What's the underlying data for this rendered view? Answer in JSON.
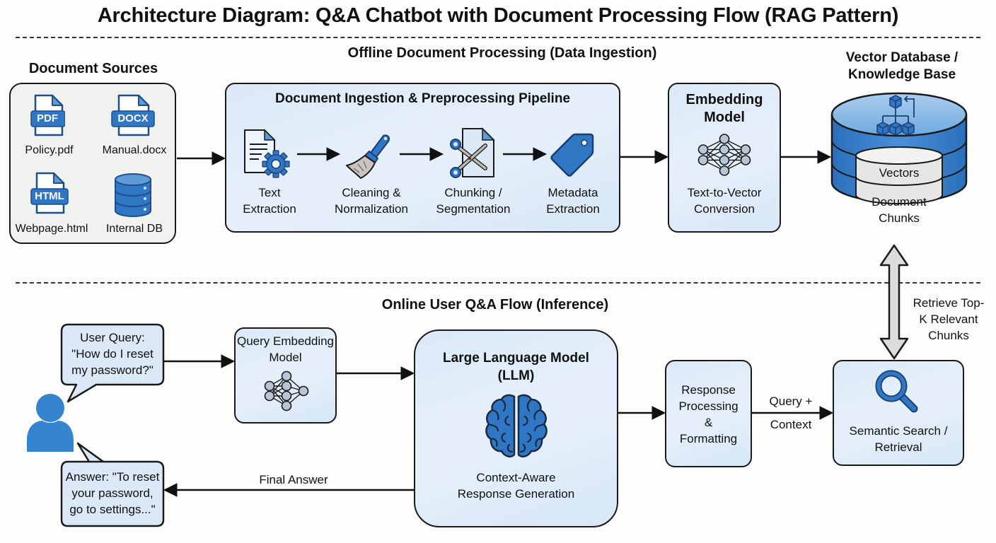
{
  "title": "Architecture Diagram: Q&A Chatbot with Document Processing Flow (RAG Pattern)",
  "colors": {
    "accent_blue": "#2f7bc8",
    "dark_blue": "#1f5fa8",
    "box_fill": "#deebf8",
    "border": "#1a1a1a",
    "neutral_grey": "#ebebeb"
  },
  "offline": {
    "section_title": "Offline Document Processing (Data Ingestion)",
    "sources": {
      "title": "Document Sources",
      "items": [
        {
          "badge": "PDF",
          "caption": "Policy.pdf",
          "icon": "pdf-file-icon"
        },
        {
          "badge": "DOCX",
          "caption": "Manual.docx",
          "icon": "docx-file-icon"
        },
        {
          "badge": "HTML",
          "caption": "Webpage.html",
          "icon": "html-file-icon"
        },
        {
          "badge": "",
          "caption": "Internal DB",
          "icon": "database-icon"
        }
      ]
    },
    "pipeline": {
      "title": "Document Ingestion & Preprocessing Pipeline",
      "steps": [
        {
          "line1": "Text",
          "line2": "Extraction",
          "icon": "document-gear-icon"
        },
        {
          "line1": "Cleaning &",
          "line2": "Normalization",
          "icon": "brush-icon"
        },
        {
          "line1": "Chunking /",
          "line2": "Segmentation",
          "icon": "scissors-document-icon"
        },
        {
          "line1": "Metadata",
          "line2": "Extraction",
          "icon": "tag-icon"
        }
      ]
    },
    "embedding": {
      "title_line1": "Embedding",
      "title_line2": "Model",
      "desc_line1": "Text-to-Vector",
      "desc_line2": "Conversion"
    },
    "vector_db": {
      "title_line1": "Vector Database /",
      "title_line2": "Knowledge Base",
      "inner_top": "Vectors",
      "inner_bottom_line1": "Document",
      "inner_bottom_line2": "Chunks"
    }
  },
  "online": {
    "section_title": "Online User Q&A Flow (Inference)",
    "user_query": {
      "line1": "User Query:",
      "line2": "\"How do I reset",
      "line3": "my password?\""
    },
    "answer": {
      "line1": "Answer: \"To reset",
      "line2": "your password,",
      "line3": "go to settings...\""
    },
    "query_embedding": {
      "line1": "Query Embedding",
      "line2": "Model"
    },
    "llm": {
      "title_line1": "Large Language Model",
      "title_line2": "(LLM)",
      "desc_line1": "Context-Aware",
      "desc_line2": "Response Generation"
    },
    "response_processing": {
      "line1": "Response",
      "line2": "Processing",
      "line3": "&",
      "line4": "Formatting"
    },
    "semantic_search": {
      "line1": "Semantic Search /",
      "line2": "Retrieval"
    },
    "edge_labels": {
      "final_answer": "Final Answer",
      "query_context_line1": "Query +",
      "query_context_line2": "Context",
      "retrieve_line1": "Retrieve Top-",
      "retrieve_line2": "K Relevant",
      "retrieve_line3": "Chunks"
    }
  }
}
